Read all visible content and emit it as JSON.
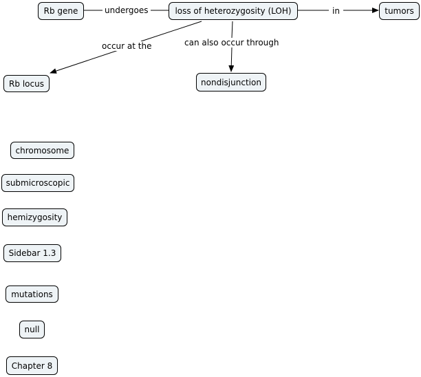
{
  "concepts": {
    "rb_gene": "Rb gene",
    "loh": "loss of heterozygosity (LOH)",
    "tumors": "tumors",
    "rb_locus": "Rb locus",
    "nondisjunction": "nondisjunction",
    "chromosome": "chromosome",
    "submicroscopic": "submicroscopic",
    "hemizygosity": "hemizygosity",
    "sidebar": "Sidebar 1.3",
    "mutations": "mutations",
    "null": "null",
    "chapter": "Chapter 8"
  },
  "links": {
    "undergoes": "undergoes",
    "in": "in",
    "occur_at_the": "occur at the",
    "can_also_occur_through": "can also occur through"
  },
  "colors": {
    "node_fill": "#eef3f6",
    "node_border": "#000000",
    "line": "#000000",
    "background": "#ffffff"
  }
}
